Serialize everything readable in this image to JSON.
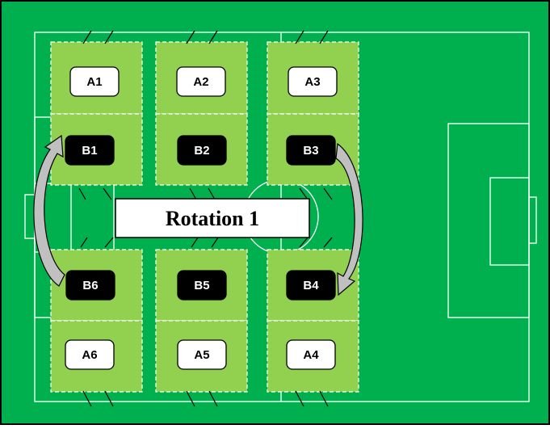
{
  "diagram": {
    "title": "Rotation 1",
    "colors": {
      "pitch": "#00b04f",
      "pitch_border": "#000000",
      "lines": "#ffffff",
      "zone_fill": "#92d050",
      "zone_border": "#ffffff",
      "player_a_fill": "#ffffff",
      "player_a_text": "#000000",
      "player_b_fill": "#000000",
      "player_b_text": "#ffffff",
      "arrow_fill": "#c0c0c0",
      "banner_fill": "#ffffff"
    },
    "groups": [
      {
        "name": "A",
        "label": "A",
        "style": "white"
      },
      {
        "name": "B",
        "label": "B",
        "style": "black"
      }
    ],
    "players": [
      {
        "id": "A1",
        "label": "A1",
        "group": "A"
      },
      {
        "id": "A2",
        "label": "A2",
        "group": "A"
      },
      {
        "id": "A3",
        "label": "A3",
        "group": "A"
      },
      {
        "id": "B1",
        "label": "B1",
        "group": "B"
      },
      {
        "id": "B2",
        "label": "B2",
        "group": "B"
      },
      {
        "id": "B3",
        "label": "B3",
        "group": "B"
      },
      {
        "id": "B6",
        "label": "B6",
        "group": "B"
      },
      {
        "id": "B5",
        "label": "B5",
        "group": "B"
      },
      {
        "id": "B4",
        "label": "B4",
        "group": "B"
      },
      {
        "id": "A6",
        "label": "A6",
        "group": "A"
      },
      {
        "id": "A5",
        "label": "A5",
        "group": "A"
      },
      {
        "id": "A4",
        "label": "A4",
        "group": "A"
      }
    ],
    "rotation_arrows": [
      {
        "from": "B6",
        "to": "B1",
        "icon": "curved-arrow-icon"
      },
      {
        "from": "B3",
        "to": "B4",
        "icon": "curved-arrow-icon"
      }
    ]
  }
}
